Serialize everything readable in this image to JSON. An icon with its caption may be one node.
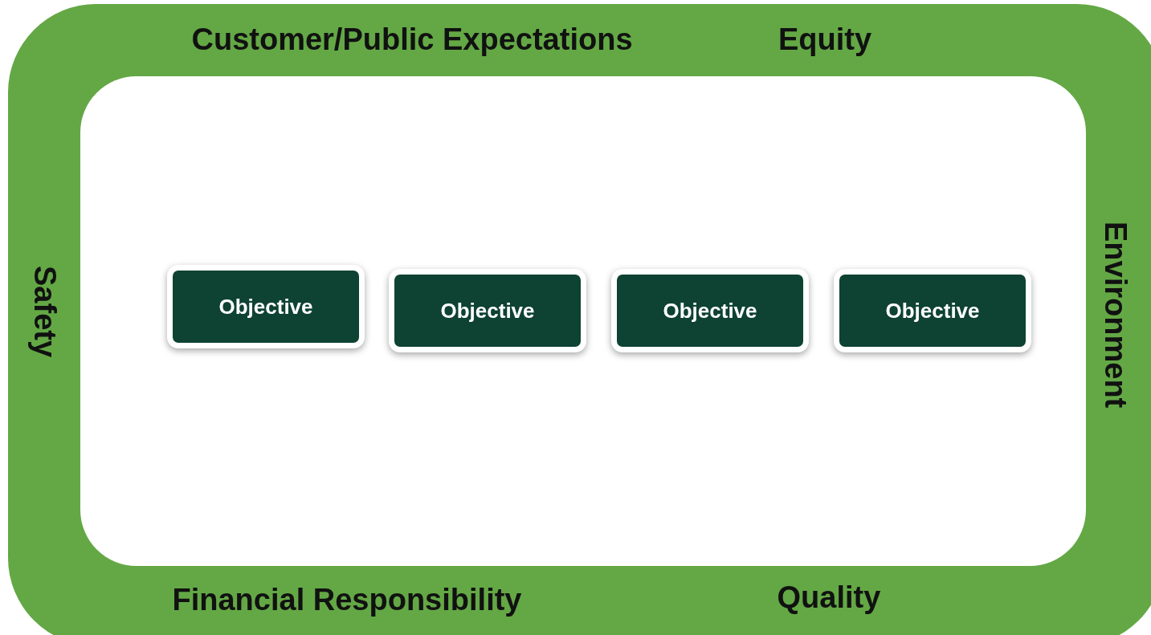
{
  "diagram": {
    "nodes": [
      {
        "text": [
          "Customer/Public Expectations",
          "Equity",
          "Safety",
          "Environment",
          "Financial Responsibility",
          "Quality"
        ]
      },
      {
        "text": [
          "Objective"
        ],
        "in": 0
      },
      {
        "text": [
          "Objective"
        ],
        "in": 0
      },
      {
        "text": [
          "Objective"
        ],
        "in": 0
      },
      {
        "text": [
          "Objective"
        ],
        "in": 0
      }
    ]
  }
}
